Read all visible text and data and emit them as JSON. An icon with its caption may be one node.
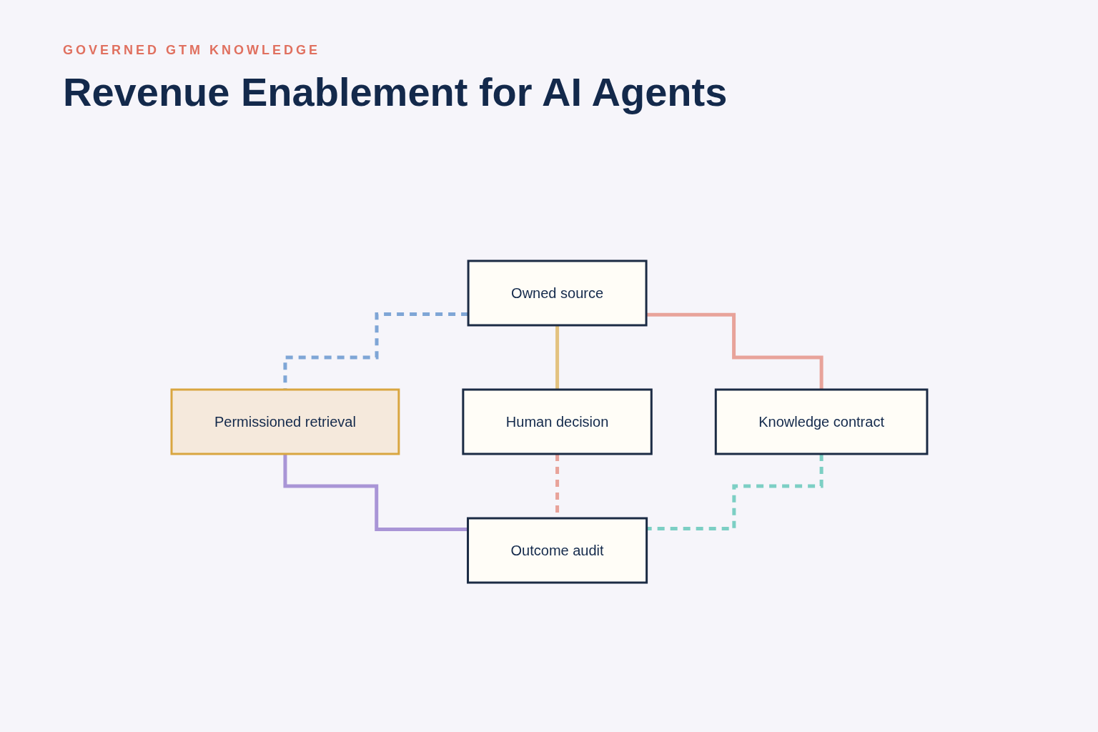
{
  "diagram": {
    "title": "Revenue Enablement for AI Agents",
    "nodes": [
      {
        "text": [
          "Owned source"
        ]
      },
      {
        "text": [
          "Human decision"
        ]
      },
      {
        "text": [
          "Permissioned retrieval"
        ]
      },
      {
        "text": [
          "Knowledge contract"
        ]
      },
      {
        "text": [
          "Outcome audit"
        ]
      }
    ],
    "edges": [
      {
        "from": 0,
        "to": 1,
        "arrow": "none",
        "color": "#e3c27f"
      },
      {
        "from": 0,
        "to": 3,
        "arrow": "none",
        "color": "#e8a39a"
      },
      {
        "from": 0,
        "to": 2,
        "arrow": "none",
        "style": "dashed",
        "color": "#7fa6d6"
      },
      {
        "from": 2,
        "to": 4,
        "arrow": "none",
        "color": "#a995d6"
      },
      {
        "from": 1,
        "to": 4,
        "arrow": "none",
        "style": "dashed",
        "color": "#e8a39a"
      },
      {
        "from": 3,
        "to": 4,
        "arrow": "none",
        "style": "dashed",
        "color": "#7ccfc4"
      }
    ],
    "labels": [
      "GOVERNED GTM KNOWLEDGE"
    ]
  }
}
